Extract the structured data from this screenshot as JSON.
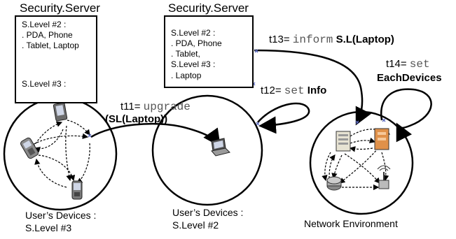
{
  "server_left": {
    "title": "Security.Server",
    "lines": [
      "S.Level #2 :",
      ". PDA, Phone",
      ". Tablet, Laptop",
      "S.Level #3 :"
    ]
  },
  "server_mid": {
    "title": "Security.Server",
    "lines": [
      "S.Level #2 :",
      ". PDA, Phone",
      ". Tablet,",
      "S.Level #3 :",
      ". Laptop"
    ]
  },
  "transitions": {
    "t11": {
      "prefix": "t11=",
      "op": "upgrade",
      "arg": "(SL(Laptop))"
    },
    "t12": {
      "prefix": "t12=",
      "op": "set",
      "arg": "Info"
    },
    "t13": {
      "prefix": "t13=",
      "op": "inform",
      "arg": "S.L(Laptop)"
    },
    "t14": {
      "prefix": "t14=",
      "op": "set",
      "arg": "EachDevices"
    }
  },
  "groups": {
    "left": {
      "line1": "User’s Devices :",
      "line2": "S.Level #3"
    },
    "mid": {
      "line1": "User’s Devices :",
      "line2": "S.Level #2"
    },
    "right": {
      "line1": "Network Environment"
    }
  }
}
